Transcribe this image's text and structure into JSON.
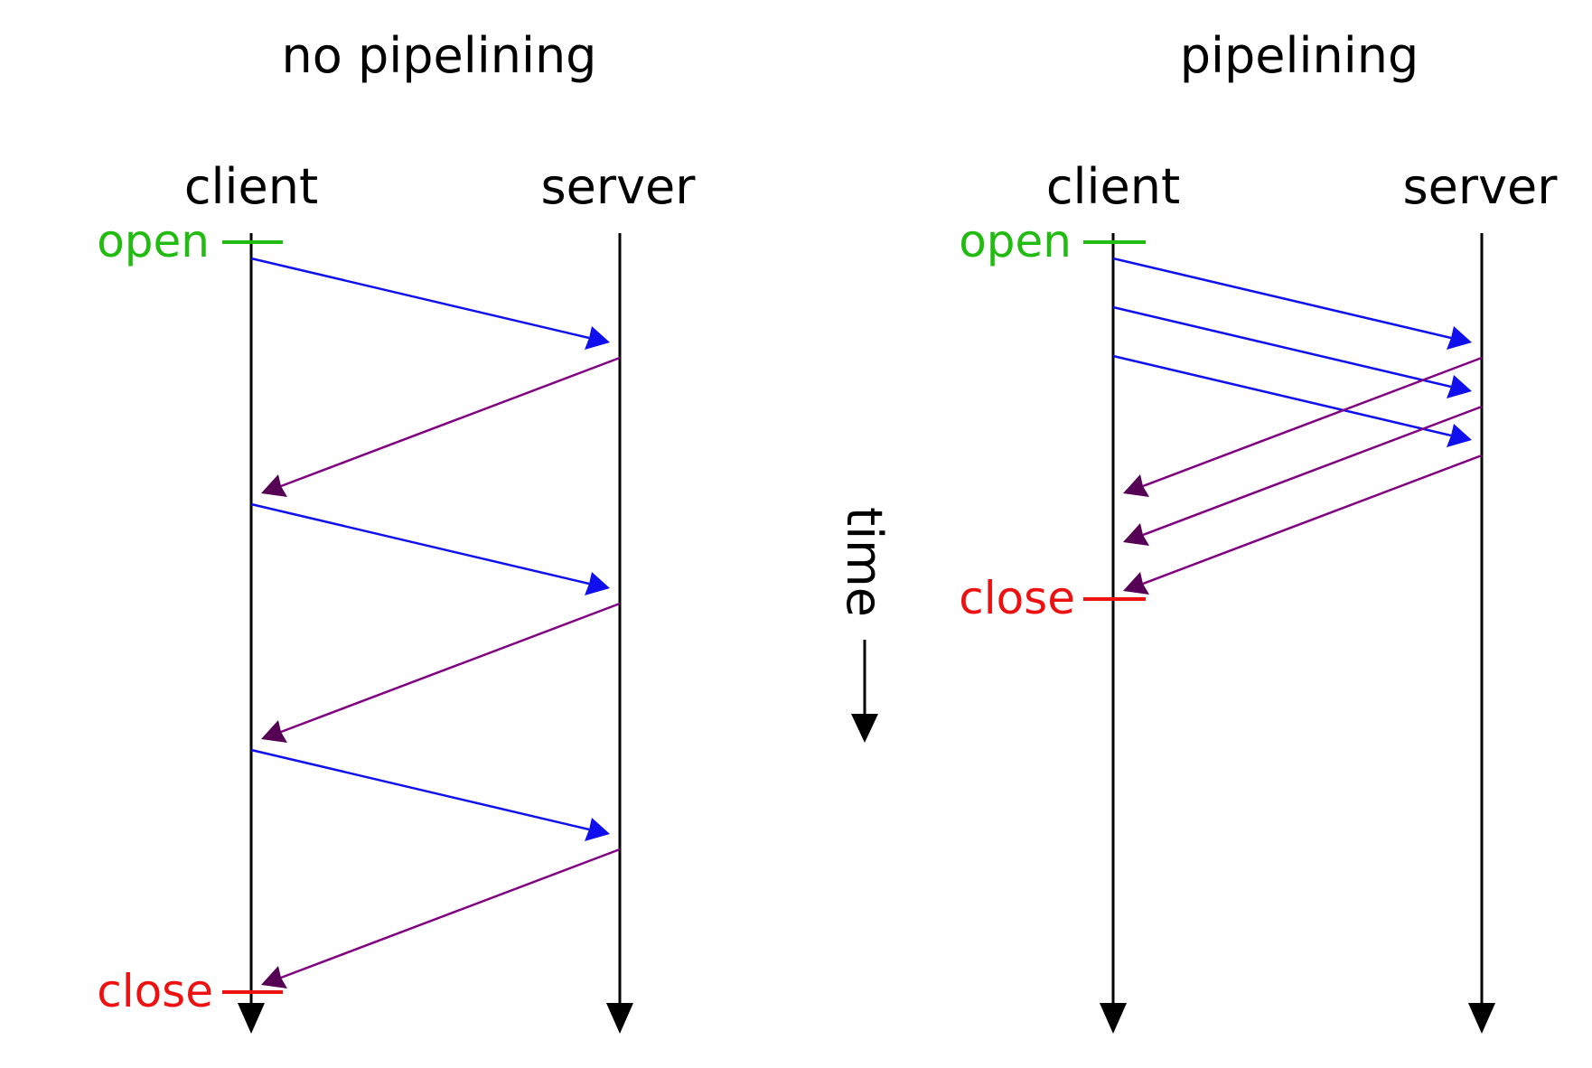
{
  "colors": {
    "timeline": "#000000",
    "request": "#1010ee",
    "response": "#800080",
    "response_head": "#550055",
    "open": "#22bb11",
    "close": "#ee1111"
  },
  "time_axis": {
    "label": "time"
  },
  "panels": [
    {
      "id": "no-pipelining",
      "title": "no pipelining",
      "client_label": "client",
      "server_label": "server",
      "open_label": "open",
      "close_label": "close"
    },
    {
      "id": "pipelining",
      "title": "pipelining",
      "client_label": "client",
      "server_label": "server",
      "open_label": "open",
      "close_label": "close"
    }
  ]
}
